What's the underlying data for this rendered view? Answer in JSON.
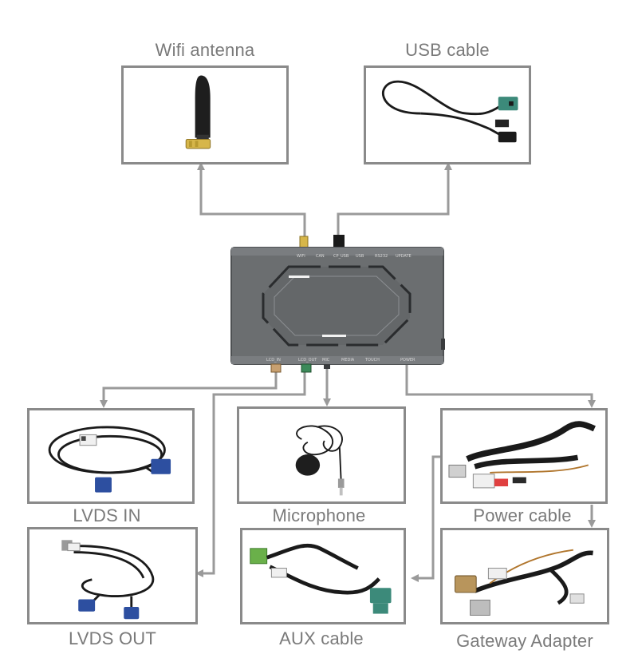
{
  "diagram": {
    "components": {
      "wifi_antenna": "Wifi antenna",
      "usb_cable": "USB cable",
      "lvds_in": "LVDS IN",
      "microphone": "Microphone",
      "power_cable": "Power cable",
      "lvds_out": "LVDS OUT",
      "aux_cable": "AUX cable",
      "gateway_adapter": "Gateway Adapter"
    },
    "ports_top": [
      "WIFI",
      "CAN",
      "CP_USB",
      "USB",
      "RS232",
      "UPDATE"
    ],
    "ports_bottom": [
      "LCD_IN",
      "LCD_OUT",
      "MIC",
      "MEDIA",
      "TOUCH",
      "POWER"
    ],
    "colors": {
      "label": "#7a7a7a",
      "box_border": "#8a8a8a",
      "connector_line": "#9a9a9a",
      "device_body": "#6b6e70",
      "fakra_blue": "#2d4fa0",
      "fakra_teal": "#3c8a7a",
      "connector_gold": "#d6b64a",
      "mic_foam": "#1e1e1e"
    },
    "icons": {
      "wifi_antenna": "antenna-icon",
      "usb_cable": "usb-cable-icon",
      "lvds_in": "lvds-cable-icon",
      "microphone": "microphone-icon",
      "power_cable": "power-harness-icon",
      "lvds_out": "lvds-cable-icon",
      "aux_cable": "aux-cable-icon",
      "gateway_adapter": "gateway-adapter-icon"
    }
  }
}
